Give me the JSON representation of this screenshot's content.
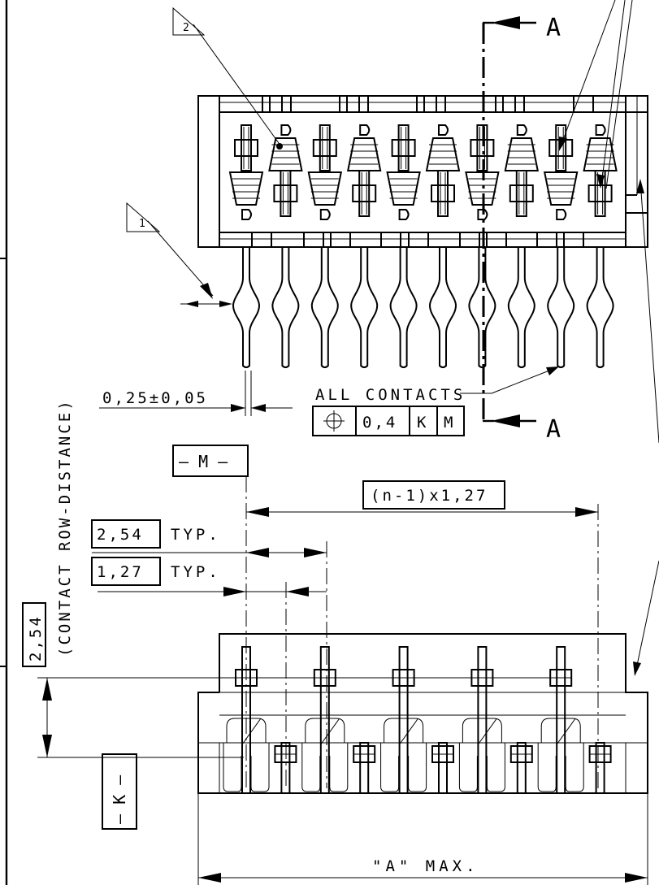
{
  "callouts": {
    "note_2": "2",
    "note_1": "1"
  },
  "section_marker": {
    "top_label": "A",
    "bottom_label": "A"
  },
  "dimensions": {
    "lead_thickness": "0,25±0,05",
    "all_contacts": "ALL CONTACTS",
    "tolerance_frame": {
      "symbol": "⊕",
      "value": "0,4",
      "datum_1": "K",
      "datum_2": "M"
    },
    "datum_m": "— M —",
    "datum_k": "— K —",
    "span": "(n-1)x1,27",
    "pitch_row": "2,54",
    "pitch_row_suffix": "TYP.",
    "pitch_contact": "1,27",
    "pitch_contact_suffix": "TYP.",
    "row_distance_value": "2,54",
    "row_distance_label": "(CONTACT ROW-DISTANCE)",
    "overall_length": "\"A\" MAX."
  }
}
